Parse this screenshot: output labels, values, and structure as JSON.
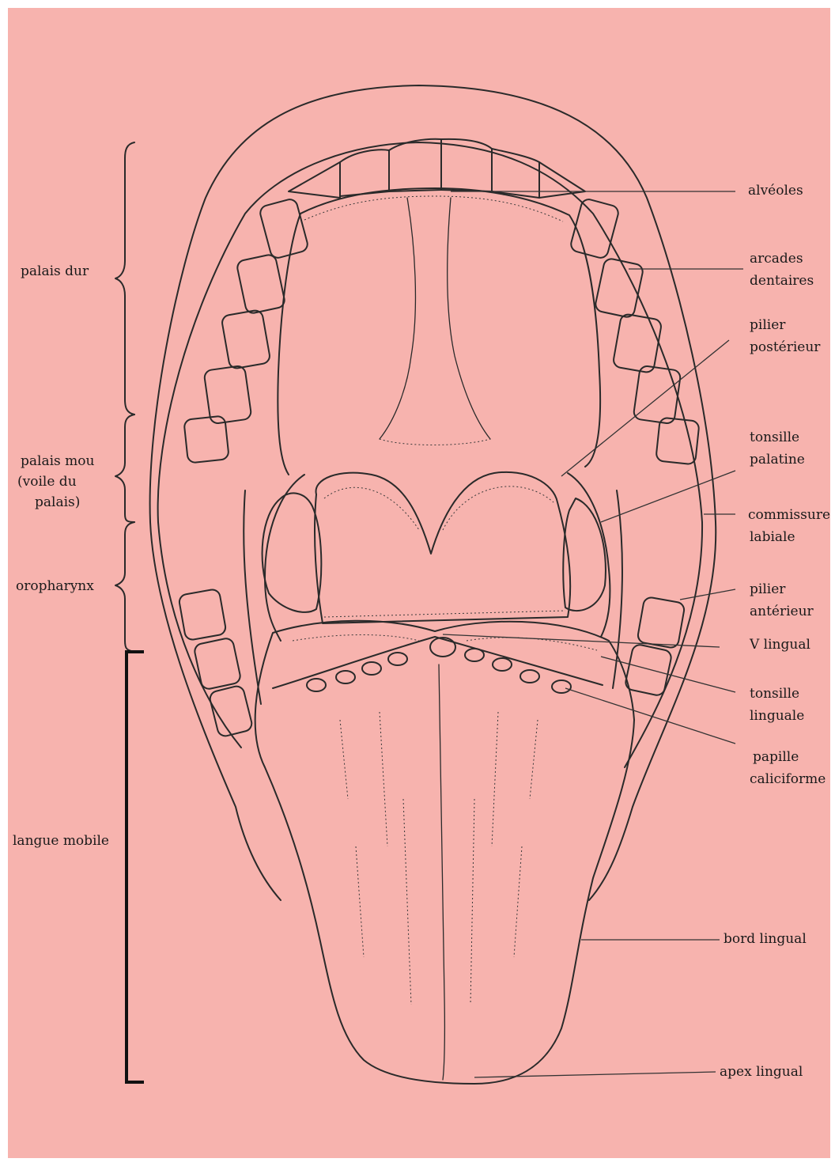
{
  "labels": {
    "left": {
      "palais_dur": "palais dur",
      "palais_mou_1": "palais mou",
      "palais_mou_2": "(voile du",
      "palais_mou_3": "palais)",
      "oropharynx": "oropharynx",
      "langue_mobile": "langue mobile"
    },
    "right": {
      "alveoles": "alvéoles",
      "arcades_1": "arcades",
      "arcades_2": "dentaires",
      "pilier_post_1": "pilier",
      "pilier_post_2": "postérieur",
      "tonsille_pal_1": "tonsille",
      "tonsille_pal_2": "palatine",
      "commissure_1": "commissure",
      "commissure_2": "labiale",
      "pilier_ant_1": "pilier",
      "pilier_ant_2": "antérieur",
      "v_lingual": "V lingual",
      "tonsille_ling_1": "tonsille",
      "tonsille_ling_2": "linguale",
      "papille_1": "papille",
      "papille_2": "caliciforme",
      "bord_lingual": "bord lingual",
      "apex_lingual": "apex lingual"
    }
  },
  "colors": {
    "background": "#f7b3ae",
    "ink": "#2a2a2a"
  }
}
